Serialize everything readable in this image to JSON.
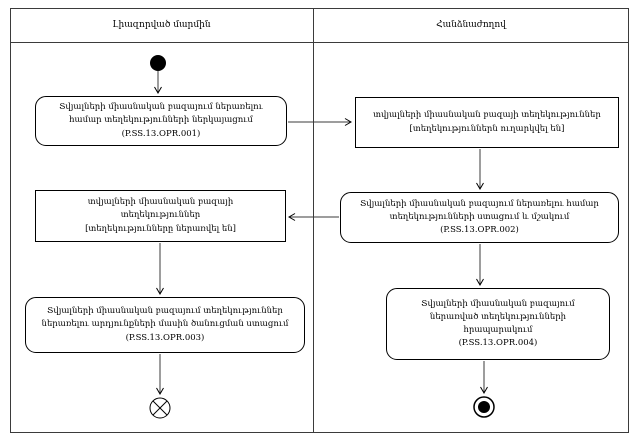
{
  "lanes": {
    "left": "Լիազորված մարմին",
    "right": "Հանձնաժողով"
  },
  "nodes": {
    "action1": {
      "text": "Տվյալների միասնական բազայում ներառելու համար տեղեկությունների ներկայացում",
      "code": "(P.SS.13.OPR.001)"
    },
    "object_sent": {
      "text": "տվյալների միասնական բազայի տեղեկություններ",
      "state": "[տեղեկություններն ուղարկվել են]"
    },
    "action2": {
      "text": "Տվյալների միասնական բազայում ներառելու համար տեղեկությունների ստացում և մշակում",
      "code": "(P.SS.13.OPR.002)"
    },
    "object_included": {
      "text": "տվյալների միասնական բազայի տեղեկություններ",
      "state": "[տեղեկությունները ներառվել են]"
    },
    "action3": {
      "text": "Տվյալների միասնական բազայում տեղեկություններ ներառելու արդյունքների մասին ծանուցման ստացում",
      "code": "(P.SS.13.OPR.003)"
    },
    "action4": {
      "text": "Տվյալների միասնական բազայում ներառված տեղեկությունների հրապարակում",
      "code": "(P.SS.13.OPR.004)"
    }
  },
  "terminals": {
    "start": "initial-node",
    "flow_final": "flow-final-node",
    "activity_final": "activity-final-node"
  },
  "colors": {
    "frame_line": "#3b3b3b",
    "box_border": "#000000",
    "background": "#ffffff",
    "text": "#000000"
  }
}
